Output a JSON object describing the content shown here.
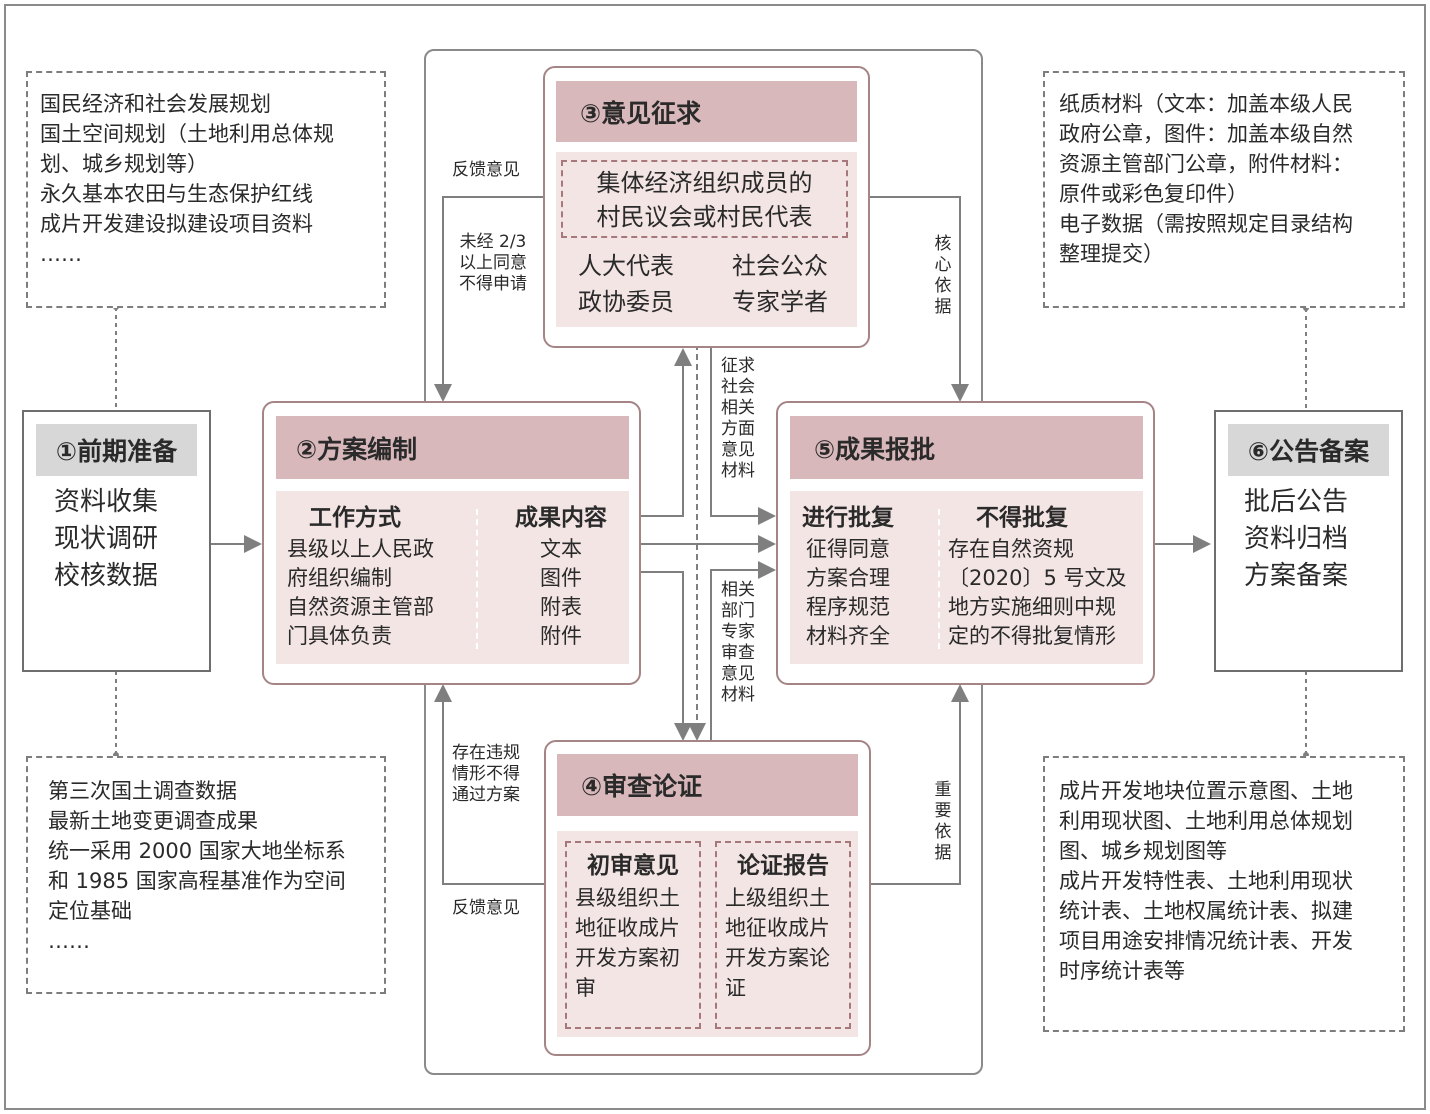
{
  "stage1": {
    "title": "①前期准备",
    "items": [
      "资料收集",
      "现状调研",
      "校核数据"
    ],
    "top_note": [
      "国民经济和社会发展规划",
      "国土空间规划（土地利用总体规",
      "划、城乡规划等）",
      "永久基本农田与生态保护红线",
      "成片开发建设拟建设项目资料",
      "……"
    ],
    "bottom_note": [
      "第三次国土调查数据",
      "最新土地变更调查成果",
      "统一采用 2000 国家大地坐标系",
      "和 1985 国家高程基准作为空间",
      "定位基础",
      "……"
    ]
  },
  "stage2": {
    "title": "②方案编制",
    "left_head": "工作方式",
    "left_lines": [
      "县级以上人民政",
      "府组织编制",
      "自然资源主管部",
      "门具体负责"
    ],
    "right_head": "成果内容",
    "right_lines": [
      "文本",
      "图件",
      "附表",
      "附件"
    ]
  },
  "stage3": {
    "title": "③意见征求",
    "core_lines": [
      "集体经济组织成员的",
      "村民议会或村民代表"
    ],
    "others": [
      "人大代表",
      "社会公众",
      "政协委员",
      "专家学者"
    ]
  },
  "stage4": {
    "title": "④审查论证",
    "left_head": "初审意见",
    "left_lines": [
      "县级组织土",
      "地征收成片",
      "开发方案初",
      "审"
    ],
    "right_head": "论证报告",
    "right_lines": [
      "上级组织土",
      "地征收成片",
      "开发方案论",
      "证"
    ]
  },
  "stage5": {
    "title": "⑤成果报批",
    "left_head": "进行批复",
    "left_lines": [
      "征得同意",
      "方案合理",
      "程序规范",
      "材料齐全"
    ],
    "right_head": "不得批复",
    "right_lines": [
      "存在自然资规",
      "〔2020〕5 号文及",
      "地方实施细则中规",
      "定的不得批复情形"
    ]
  },
  "stage6": {
    "title": "⑥公告备案",
    "items": [
      "批后公告",
      "资料归档",
      "方案备案"
    ],
    "top_note": [
      "纸质材料（文本：加盖本级人民",
      "政府公章，图件：加盖本级自然",
      "资源主管部门公章，附件材料：",
      "原件或彩色复印件）",
      "电子数据（需按照规定目录结构",
      "整理提交）"
    ],
    "bottom_note": [
      "成片开发地块位置示意图、土地",
      "利用现状图、土地利用总体规划",
      "图、城乡规划图等",
      "成片开发特性表、土地利用现状",
      "统计表、土地权属统计表、拟建",
      "项目用途安排情况统计表、开发",
      "时序统计表等"
    ]
  },
  "labels": {
    "feedback_top": "反馈意见",
    "not_agree": [
      "未经 2/3",
      "以上同意",
      "不得申请"
    ],
    "core_basis": "核心依据",
    "solicit": "征求社会相关方面意见材料",
    "expert": "相关部门专家审查意见材料",
    "violation": [
      "存在违规",
      "情形不得",
      "通过方案"
    ],
    "feedback_bottom": "反馈意见",
    "important_basis": "重要依据"
  }
}
